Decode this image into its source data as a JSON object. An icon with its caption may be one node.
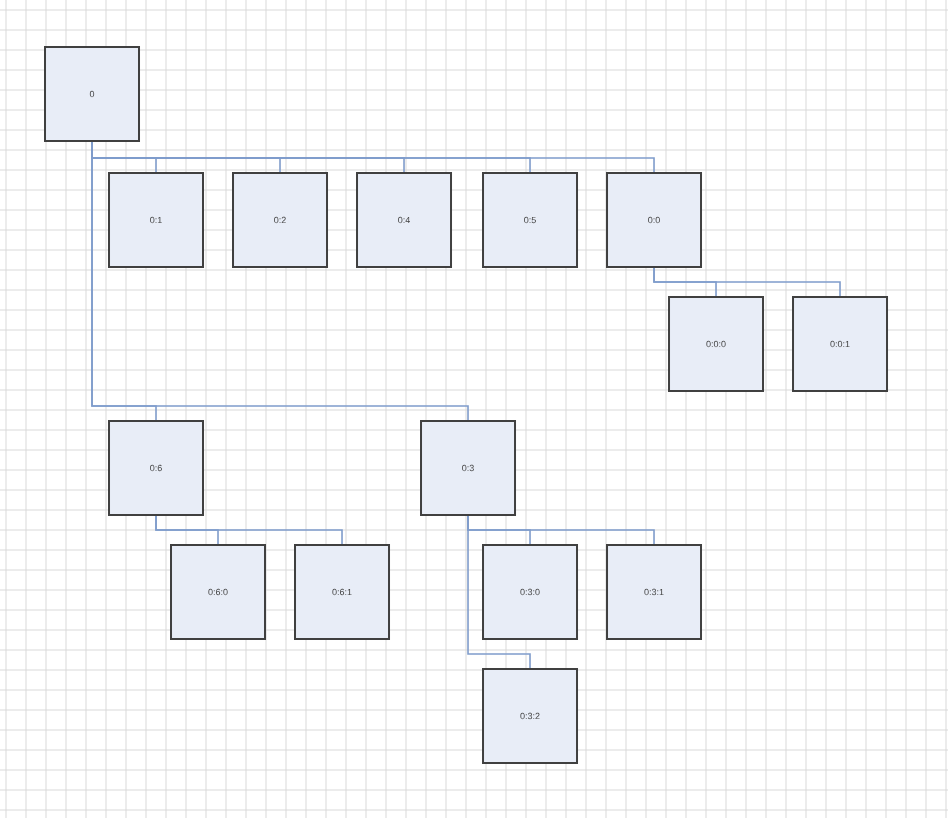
{
  "diagram": {
    "nodes": [
      {
        "text": [
          "0"
        ]
      },
      {
        "text": [
          "0:1"
        ]
      },
      {
        "text": [
          "0:2"
        ]
      },
      {
        "text": [
          "0:4"
        ]
      },
      {
        "text": [
          "0:5"
        ]
      },
      {
        "text": [
          "0:0"
        ]
      },
      {
        "text": [
          "0:0:0"
        ]
      },
      {
        "text": [
          "0:0:1"
        ]
      },
      {
        "text": [
          "0:6"
        ]
      },
      {
        "text": [
          "0:3"
        ]
      },
      {
        "text": [
          "0:6:0"
        ]
      },
      {
        "text": [
          "0:6:1"
        ]
      },
      {
        "text": [
          "0:3:0"
        ]
      },
      {
        "text": [
          "0:3:1"
        ]
      },
      {
        "text": [
          "0:3:2"
        ]
      }
    ],
    "edges": [
      {
        "from": 0,
        "to": 1,
        "arrow": "none"
      },
      {
        "from": 0,
        "to": 2,
        "arrow": "none"
      },
      {
        "from": 0,
        "to": 3,
        "arrow": "none"
      },
      {
        "from": 0,
        "to": 4,
        "arrow": "none"
      },
      {
        "from": 0,
        "to": 5,
        "arrow": "none"
      },
      {
        "from": 5,
        "to": 6,
        "arrow": "none"
      },
      {
        "from": 5,
        "to": 7,
        "arrow": "none"
      },
      {
        "from": 0,
        "to": 8,
        "arrow": "none"
      },
      {
        "from": 0,
        "to": 9,
        "arrow": "none"
      },
      {
        "from": 8,
        "to": 10,
        "arrow": "none"
      },
      {
        "from": 8,
        "to": 11,
        "arrow": "none"
      },
      {
        "from": 9,
        "to": 12,
        "arrow": "none"
      },
      {
        "from": 9,
        "to": 13,
        "arrow": "none"
      },
      {
        "from": 9,
        "to": 14,
        "arrow": "none"
      }
    ]
  }
}
